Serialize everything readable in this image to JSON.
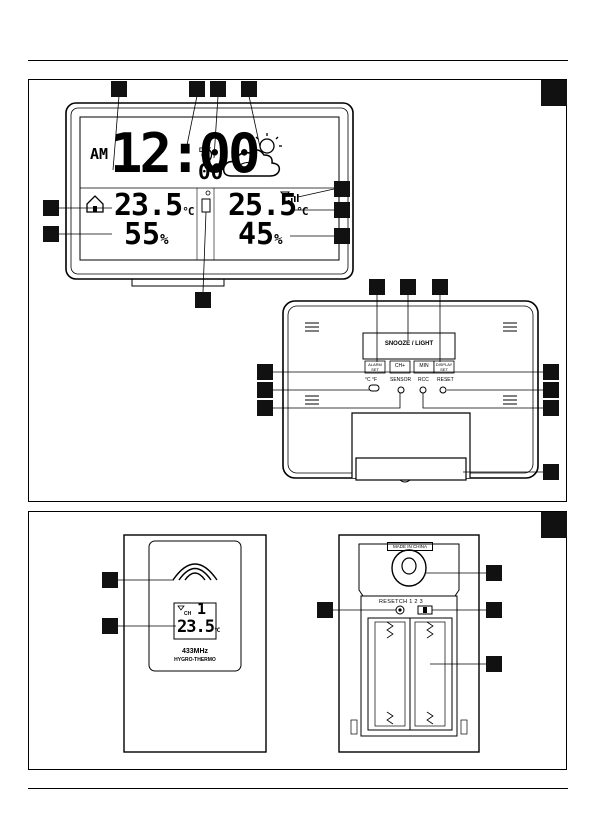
{
  "main_unit": {
    "am_pm": "AM",
    "time": "12:00",
    "dst_label": "DST",
    "seconds": "00",
    "indoor_temp": "23.5",
    "indoor_temp_unit": "°C",
    "indoor_humidity": "55",
    "humidity_unit": "%",
    "outdoor_temp": "25.5",
    "outdoor_temp_unit": "°C",
    "outdoor_humidity": "45"
  },
  "back_panel": {
    "snooze_label": "SNOOZE / LIGHT",
    "alarm_set_label_1": "ALARM",
    "alarm_set_label_2": "SET",
    "ch_label": "CH",
    "ch_arrow": "+",
    "max_min_label": "MIN",
    "display_label_1": "DISPLAY",
    "display_label_2": "SET",
    "unit_label": "°C  °F",
    "sensor_label": "SENSOR",
    "rcc_label": "RCC",
    "reset_label": "RESET"
  },
  "sensor_front": {
    "channel_label": "CH",
    "channel_value": "1",
    "temp": "23.5",
    "temp_unit": "°C",
    "frequency": "433MHz",
    "model": "HYGRO-THERMO"
  },
  "sensor_back": {
    "made_in": "MADE IN CHINA",
    "reset_ch_label": "RESETCH 1  2  3"
  }
}
